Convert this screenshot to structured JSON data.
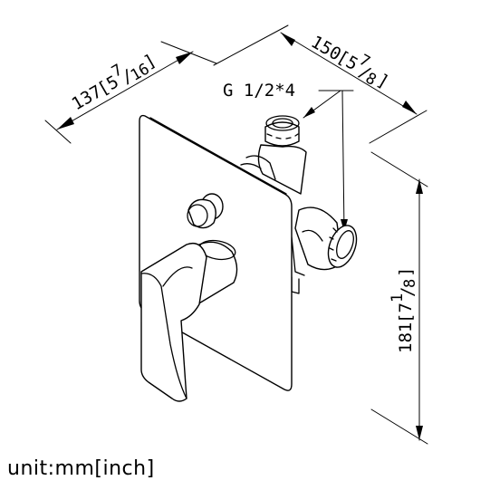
{
  "dimensions": {
    "depth": {
      "mm": "137",
      "inch_open": "[5",
      "inch_num": "7",
      "inch_slash": "/",
      "inch_den": "16",
      "inch_close": "]"
    },
    "width": {
      "mm": "150",
      "inch_open": "[5",
      "inch_num": "7",
      "inch_slash": "/",
      "inch_den": "8",
      "inch_close": "]"
    },
    "height": {
      "mm": "181",
      "inch_open": "[7",
      "inch_num": "1",
      "inch_slash": "/",
      "inch_den": "8",
      "inch_close": "]"
    }
  },
  "thread_callout": "G 1/2*4",
  "unit_label": "unit:mm[inch]"
}
